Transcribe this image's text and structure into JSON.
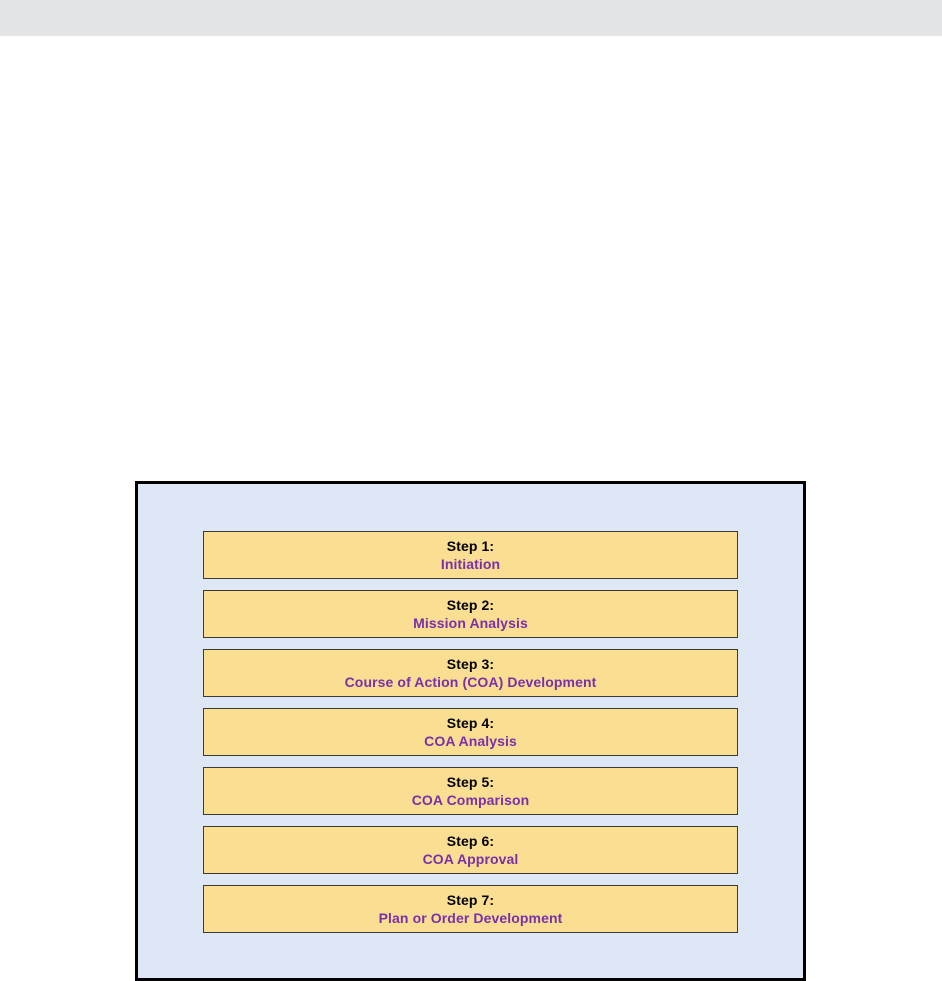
{
  "window": {
    "top_bar_color": "#e4e5e6",
    "page_background": "#ffffff"
  },
  "diagram": {
    "frame_fill": "#dde7f5",
    "frame_border_color": "#000000",
    "box_fill": "#fadf93",
    "box_border_color": "#3a3a38",
    "step_label_color": "#000000",
    "step_title_color": "#7b2fa8",
    "steps": [
      {
        "label": "Step 1:",
        "title": "Initiation"
      },
      {
        "label": "Step 2:",
        "title": "Mission Analysis"
      },
      {
        "label": "Step 3:",
        "title": "Course of Action (COA) Development"
      },
      {
        "label": "Step 4:",
        "title": "COA Analysis"
      },
      {
        "label": "Step 5:",
        "title": "COA Comparison"
      },
      {
        "label": "Step 6:",
        "title": "COA Approval"
      },
      {
        "label": "Step 7:",
        "title": "Plan or Order Development"
      }
    ]
  }
}
